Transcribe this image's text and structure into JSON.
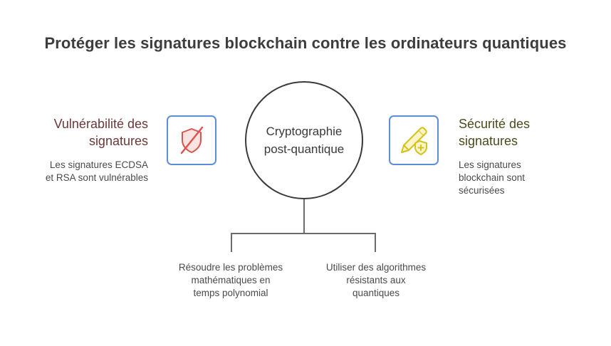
{
  "title": "Protéger les signatures blockchain contre les ordinateurs quantiques",
  "center": {
    "line1": "Cryptographie",
    "line2": "post-quantique"
  },
  "left": {
    "heading_line1": "Vulnérabilité des",
    "heading_line2": "signatures",
    "desc_line1": "Les signatures ECDSA",
    "desc_line2": "et RSA sont vulnérables",
    "icon": "shield-off-icon",
    "icon_color": "#d9534f"
  },
  "right": {
    "heading_line1": "Sécurité des",
    "heading_line2": "signatures",
    "desc_line1": "Les signatures",
    "desc_line2": "blockchain sont",
    "desc_line3": "sécurisées",
    "icon": "pen-shield-icon",
    "icon_color": "#d4c21a"
  },
  "branches": [
    {
      "line1": "Résoudre les problèmes",
      "line2": "mathématiques en",
      "line3": "temps polynomial"
    },
    {
      "line1": "Utiliser des algorithmes",
      "line2": "résistants aux",
      "line3": "quantiques"
    }
  ],
  "colors": {
    "icon_border": "#5a8fd6",
    "circle_stroke": "#3a3a3a",
    "connector": "#6b6b6b",
    "left_heading": "#6b3838",
    "right_heading": "#4c4a1e"
  }
}
